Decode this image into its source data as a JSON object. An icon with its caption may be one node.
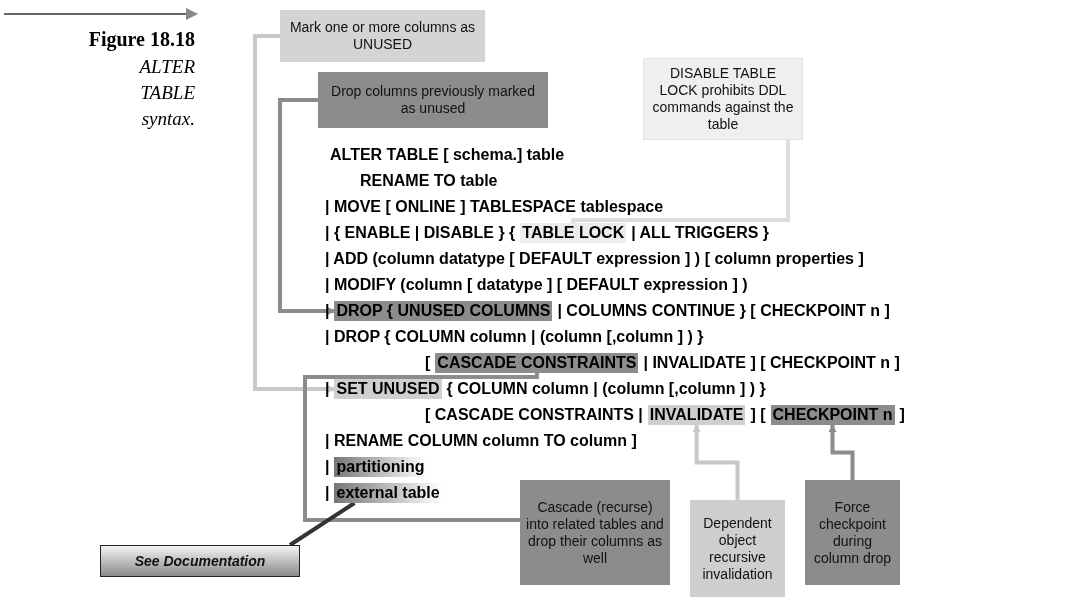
{
  "diagram": {
    "title": "Figure 18.18",
    "caption": "ALTER TABLE syntax.",
    "nodes": [
      {
        "text": [
          "Mark one or more columns as UNUSED"
        ]
      },
      {
        "text": [
          "Drop columns previously marked as unused"
        ]
      },
      {
        "text": [
          "DISABLE TABLE LOCK prohibits DDL commands against the table"
        ]
      },
      {
        "text": [
          "Cascade (recurse) into related tables and drop their columns as well"
        ]
      },
      {
        "text": [
          "Dependent object recursive invalidation"
        ]
      },
      {
        "text": [
          "Force checkpoint during column drop"
        ]
      },
      {
        "text": [
          "See Documentation"
        ]
      },
      {
        "text": [
          "DROP { UNUSED COLUMNS"
        ]
      },
      {
        "text": [
          "TABLE LOCK"
        ]
      },
      {
        "text": [
          "CASCADE CONSTRAINTS"
        ]
      },
      {
        "text": [
          "SET UNUSED"
        ]
      },
      {
        "text": [
          "INVALIDATE"
        ]
      },
      {
        "text": [
          "CHECKPOINT n"
        ]
      },
      {
        "text": [
          "partitioning"
        ]
      },
      {
        "text": [
          "external table"
        ]
      }
    ],
    "edges": [
      {
        "from": 0,
        "to": 10,
        "arrow": "to",
        "color": "#c8c8c8"
      },
      {
        "from": 1,
        "to": 7,
        "arrow": "to",
        "color": "#8c8c8c"
      },
      {
        "from": 2,
        "to": 8,
        "arrow": "none",
        "color": "#dddddd"
      },
      {
        "from": 3,
        "to": 9,
        "arrow": "none",
        "color": "#8c8c8c"
      },
      {
        "from": 4,
        "to": 11,
        "arrow": "to",
        "color": "#c8c8c8"
      },
      {
        "from": 5,
        "to": 12,
        "arrow": "to",
        "color": "#8c8c8c"
      },
      {
        "from": 6,
        "to": 14,
        "arrow": "none",
        "color": "#333333"
      }
    ],
    "labels": [
      "ALTER TABLE [ schema.] table",
      "RENAME TO table",
      "| MOVE [ ONLINE ] TABLESPACE tablespace",
      "| { ENABLE | DISABLE } {",
      "| ALL TRIGGERS }",
      "| ADD (column datatype [ DEFAULT expression ] ) [ column properties ]",
      "| MODIFY (column [ datatype ] [ DEFAULT expression ] )",
      "|",
      "| COLUMNS CONTINUE } [ CHECKPOINT n ]",
      "| DROP { COLUMN column | (column [,column ] ) }",
      "[",
      "| INVALIDATE ] [ CHECKPOINT n ]",
      "|",
      "{ COLUMN column | (column [,column ] ) }",
      "[ CASCADE CONSTRAINTS |",
      "] [",
      "]",
      "| RENAME COLUMN column TO column ]",
      "|",
      "|"
    ]
  }
}
